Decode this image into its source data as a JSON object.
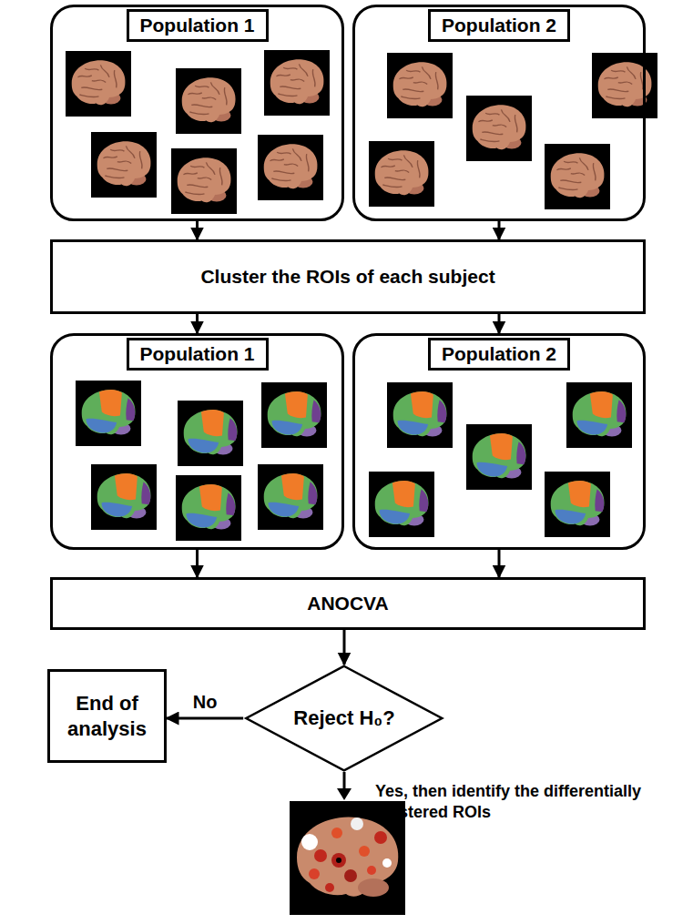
{
  "diagram": {
    "nodes": [
      {
        "text": [
          "Population 1"
        ]
      },
      {
        "text": [
          "Population 2"
        ]
      },
      {
        "text": [
          "Cluster the ROIs of each subject"
        ]
      },
      {
        "text": [
          "Population 1"
        ]
      },
      {
        "text": [
          "Population 2"
        ]
      },
      {
        "text": [
          "ANOCVA"
        ]
      },
      {
        "text": [
          "Reject H₀?"
        ]
      },
      {
        "text": [
          "End of analysis"
        ]
      }
    ],
    "edges": [
      {
        "from": 0,
        "to": 2,
        "arrow": "to"
      },
      {
        "from": 1,
        "to": 2,
        "arrow": "to"
      },
      {
        "from": 2,
        "to": 3,
        "arrow": "to"
      },
      {
        "from": 2,
        "to": 4,
        "arrow": "to"
      },
      {
        "from": 3,
        "to": 5,
        "arrow": "to"
      },
      {
        "from": 4,
        "to": 5,
        "arrow": "to"
      },
      {
        "from": 5,
        "to": 6,
        "arrow": "to"
      },
      {
        "from": 6,
        "to": 7,
        "label": "No",
        "arrow": "to"
      }
    ],
    "labels": [
      "Yes, then identify the differentially clustered ROIs"
    ]
  }
}
